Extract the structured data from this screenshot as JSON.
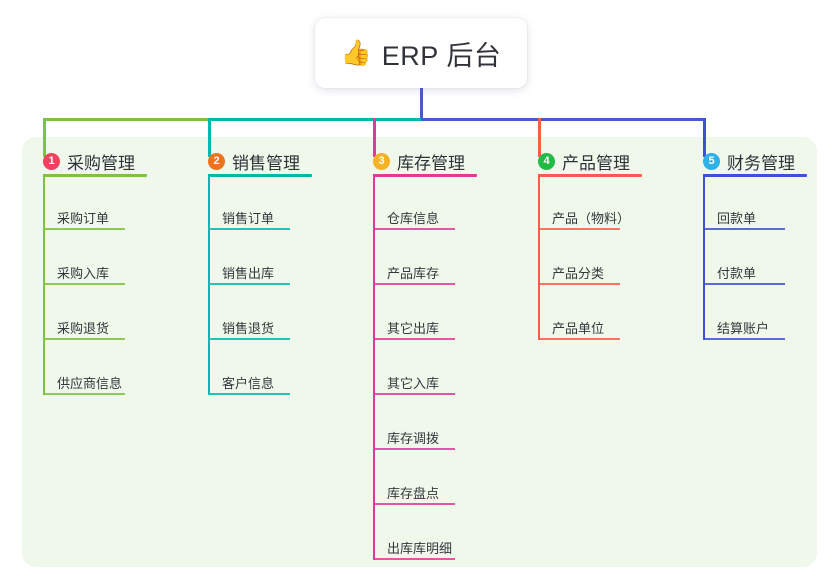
{
  "diagram": {
    "type": "mind-map",
    "root": {
      "icon": "thumbs-up-icon",
      "emoji": "👍",
      "title": "ERP 后台"
    },
    "branches": [
      {
        "index": "1",
        "title": "采购管理",
        "badge_color": "#f0425f",
        "line_color": "#7dc242",
        "items": [
          "采购订单",
          "采购入库",
          "采购退货",
          "供应商信息"
        ]
      },
      {
        "index": "2",
        "title": "销售管理",
        "badge_color": "#f2711c",
        "line_color": "#00b8b0",
        "items": [
          "销售订单",
          "销售出库",
          "销售退货",
          "客户信息"
        ]
      },
      {
        "index": "3",
        "title": "库存管理",
        "badge_color": "#f5b324",
        "line_color": "#e0399b",
        "items": [
          "仓库信息",
          "产品库存",
          "其它出库",
          "其它入库",
          "库存调拨",
          "库存盘点",
          "出库库明细"
        ]
      },
      {
        "index": "4",
        "title": "产品管理",
        "badge_color": "#21ba45",
        "line_color": "#fa5b4b",
        "items": [
          "产品（物料）",
          "产品分类",
          "产品单位"
        ]
      },
      {
        "index": "5",
        "title": "财务管理",
        "badge_color": "#2eb0e8",
        "line_color": "#3f51d4",
        "items": [
          "回款单",
          "付款单",
          "结算账户"
        ]
      }
    ],
    "connector": {
      "stem_color": "#4a5bc8",
      "bus_left_color": "#7dc242",
      "bus_mid_color": "#00b8b0",
      "bus_right_color": "#4a5bc8"
    },
    "panel_color": "#eff8ea"
  }
}
